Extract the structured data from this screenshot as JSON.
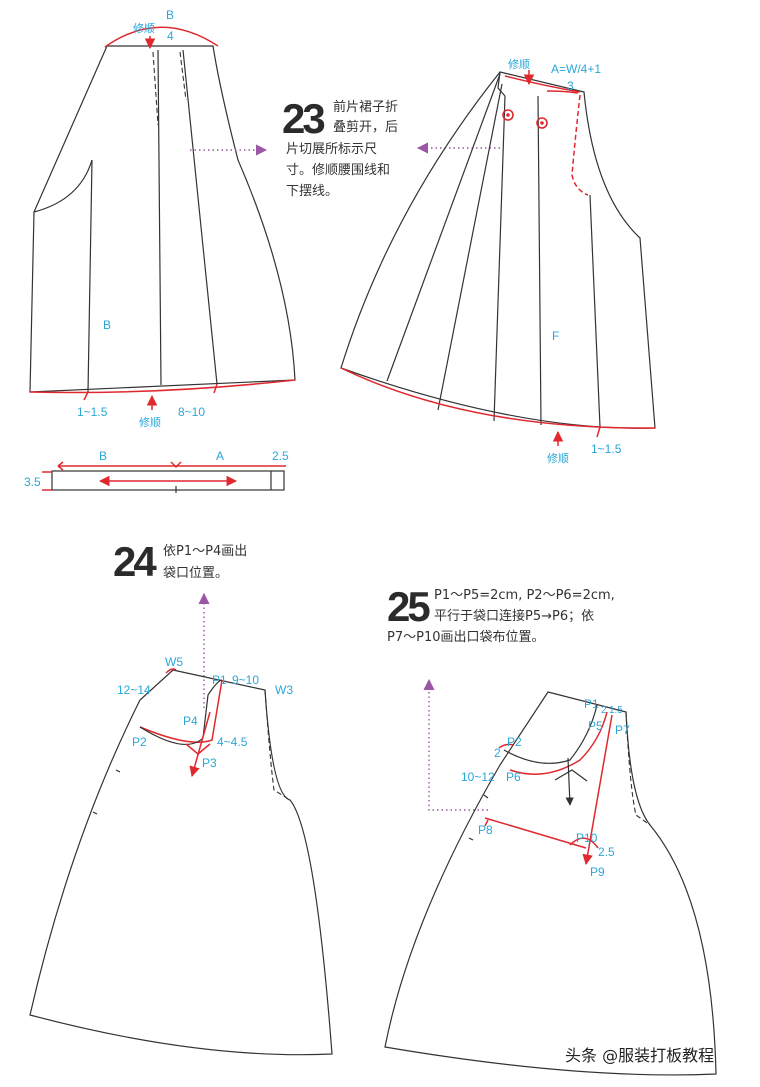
{
  "colors": {
    "outline": "#333333",
    "accent_red": "#e0292f",
    "label_blue": "#2aa7d8",
    "guide_purple": "#9b57a6"
  },
  "steps": [
    {
      "number": "23",
      "text_lines": [
        "前片裙子折",
        "叠剪开，后",
        "片切展所标示尺",
        "寸。修顺腰围线和",
        "下摆线。"
      ]
    },
    {
      "number": "24",
      "text_lines": [
        "依P1～P4画出",
        "袋口位置。"
      ]
    },
    {
      "number": "25",
      "text_lines": [
        "P1～P5=2cm, P2～P6=2cm,",
        "平行于袋口连接P5→P6；依",
        "P7～P10画出口袋布位置。"
      ]
    }
  ],
  "back_skirt": {
    "top_label": "B",
    "smooth_top": "修顺",
    "num_4": "4",
    "panel_label": "B",
    "hem_left": "1~1.5",
    "smooth_hem": "修顺",
    "hem_right": "8~10"
  },
  "waistband": {
    "left": "B",
    "right": "A",
    "end_right": "2.5",
    "end_left": "3.5"
  },
  "front_skirt": {
    "smooth_top": "修顺",
    "formula": "A=W/4+1",
    "num_3": "3",
    "panel_label": "F",
    "smooth_hem": "修顺",
    "hem_right": "1~1.5"
  },
  "pocket_24": {
    "w5": "W5",
    "w3": "W3",
    "p1": "P1",
    "dim_9_10": "9~10",
    "dim_12_14": "12~14",
    "p4": "P4",
    "p2": "P2",
    "dim_4_45": "4~4.5",
    "p3": "P3"
  },
  "pocket_25": {
    "p1": "P1",
    "sub_2": "2",
    "val_15": "1.5",
    "p5": "P5",
    "p7": "P7",
    "p2": "P2",
    "val_2": "2",
    "p6": "P6",
    "dim_10_12": "10~12",
    "p8": "P8",
    "p10": "P10",
    "val_25": "2.5",
    "p9": "P9"
  },
  "watermark": "头条 @服装打板教程"
}
